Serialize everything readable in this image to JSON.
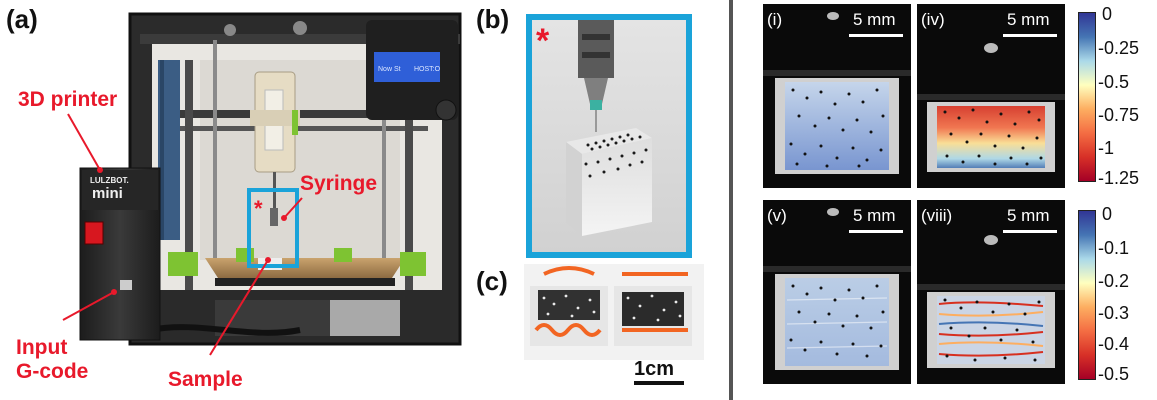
{
  "panels": {
    "a": "(a)",
    "b": "(b)",
    "c": "(c)"
  },
  "printer": {
    "label_printer": "3D printer",
    "label_syringe": "Syringe",
    "label_sample": "Sample",
    "label_input": "Input",
    "label_gcode": "G-code",
    "brand_top": "LULZBOT.",
    "brand_bottom": "mini",
    "screen_left": "Now St",
    "screen_right": "HOST:O",
    "asterisk": "*"
  },
  "b_panel": {
    "asterisk": "*"
  },
  "c_panel": {
    "scale": "1cm"
  },
  "dic": {
    "images": [
      {
        "label": "(i)",
        "scale": "5 mm"
      },
      {
        "label": "(iv)",
        "scale": "5 mm"
      },
      {
        "label": "(v)",
        "scale": "5 mm"
      },
      {
        "label": "(viii)",
        "scale": "5 mm"
      }
    ],
    "colorbar_top": {
      "ticks": [
        "0",
        "-0.25",
        "-0.5",
        "-0.75",
        "-1",
        "-1.25"
      ]
    },
    "colorbar_bottom": {
      "ticks": [
        "0",
        "-0.1",
        "-0.2",
        "-0.3",
        "-0.4",
        "-0.5"
      ]
    }
  },
  "colors": {
    "accent_blue": "#1aa3d9",
    "label_red": "#e8192b",
    "curve_orange": "#f26522",
    "printer_green": "#7ec332"
  }
}
